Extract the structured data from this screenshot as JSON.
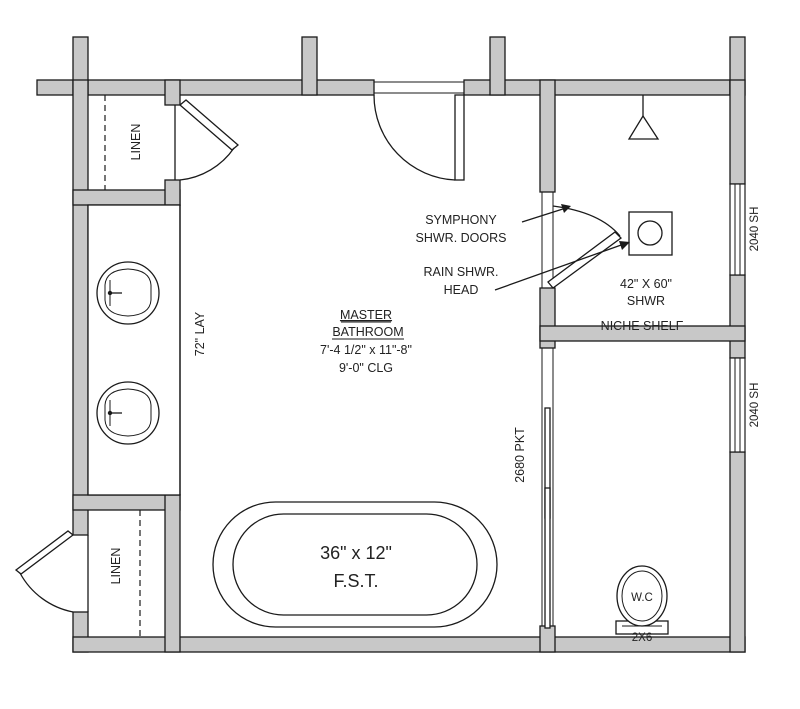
{
  "room": {
    "title": "MASTER",
    "subtitle": "BATHROOM",
    "dimensions": "7'-4 1/2\" x 11\"-8\"",
    "ceiling": "9'-0\" CLG"
  },
  "linen_top": "LINEN",
  "linen_bottom": "LINEN",
  "vanity_label": "72\" LAY",
  "tub": {
    "size": "36\" x 12\"",
    "type": "F.S.T."
  },
  "shower": {
    "doors_label_1": "SYMPHONY",
    "doors_label_2": "SHWR. DOORS",
    "head_label_1": "RAIN SHWR.",
    "head_label_2": "HEAD",
    "size": "42\" X 60\"",
    "name": "SHWR",
    "niche": "NICHE SHELF"
  },
  "window_upper": "2040 SH",
  "window_lower": "2040 SH",
  "pocket_door": "2680 PKT",
  "toilet": {
    "label": "W.C",
    "tag": "2X6"
  }
}
